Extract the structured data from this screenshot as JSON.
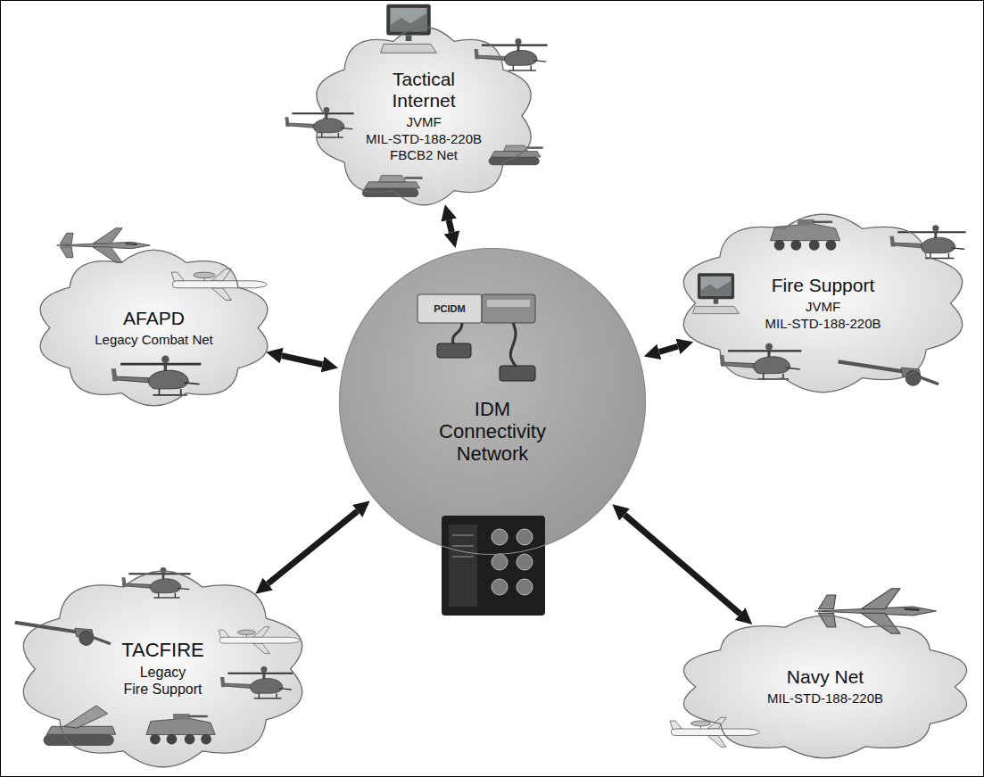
{
  "diagram": {
    "nodes": [
      {
        "text": [
          "Tactical Internet",
          "JVMF",
          "MIL-STD-188-220B",
          "FBCB2 Net"
        ]
      },
      {
        "text": [
          "AFAPD",
          "Legacy Combat Net"
        ]
      },
      {
        "text": [
          "Fire Support",
          "JVMF",
          "MIL-STD-188-220B"
        ]
      },
      {
        "text": [
          "IDM Connectivity Network"
        ]
      },
      {
        "text": [
          "TACFIRE",
          "Legacy",
          "Fire Support"
        ]
      },
      {
        "text": [
          "Navy Net",
          "MIL-STD-188-220B"
        ]
      }
    ],
    "edges": [
      {
        "from": 3,
        "to": 0,
        "arrow": "both"
      },
      {
        "from": 3,
        "to": 1,
        "arrow": "both"
      },
      {
        "from": 3,
        "to": 2,
        "arrow": "both"
      },
      {
        "from": 3,
        "to": 4,
        "arrow": "both"
      },
      {
        "from": 3,
        "to": 5,
        "arrow": "both"
      }
    ],
    "labels": [
      "PCIDM"
    ]
  }
}
